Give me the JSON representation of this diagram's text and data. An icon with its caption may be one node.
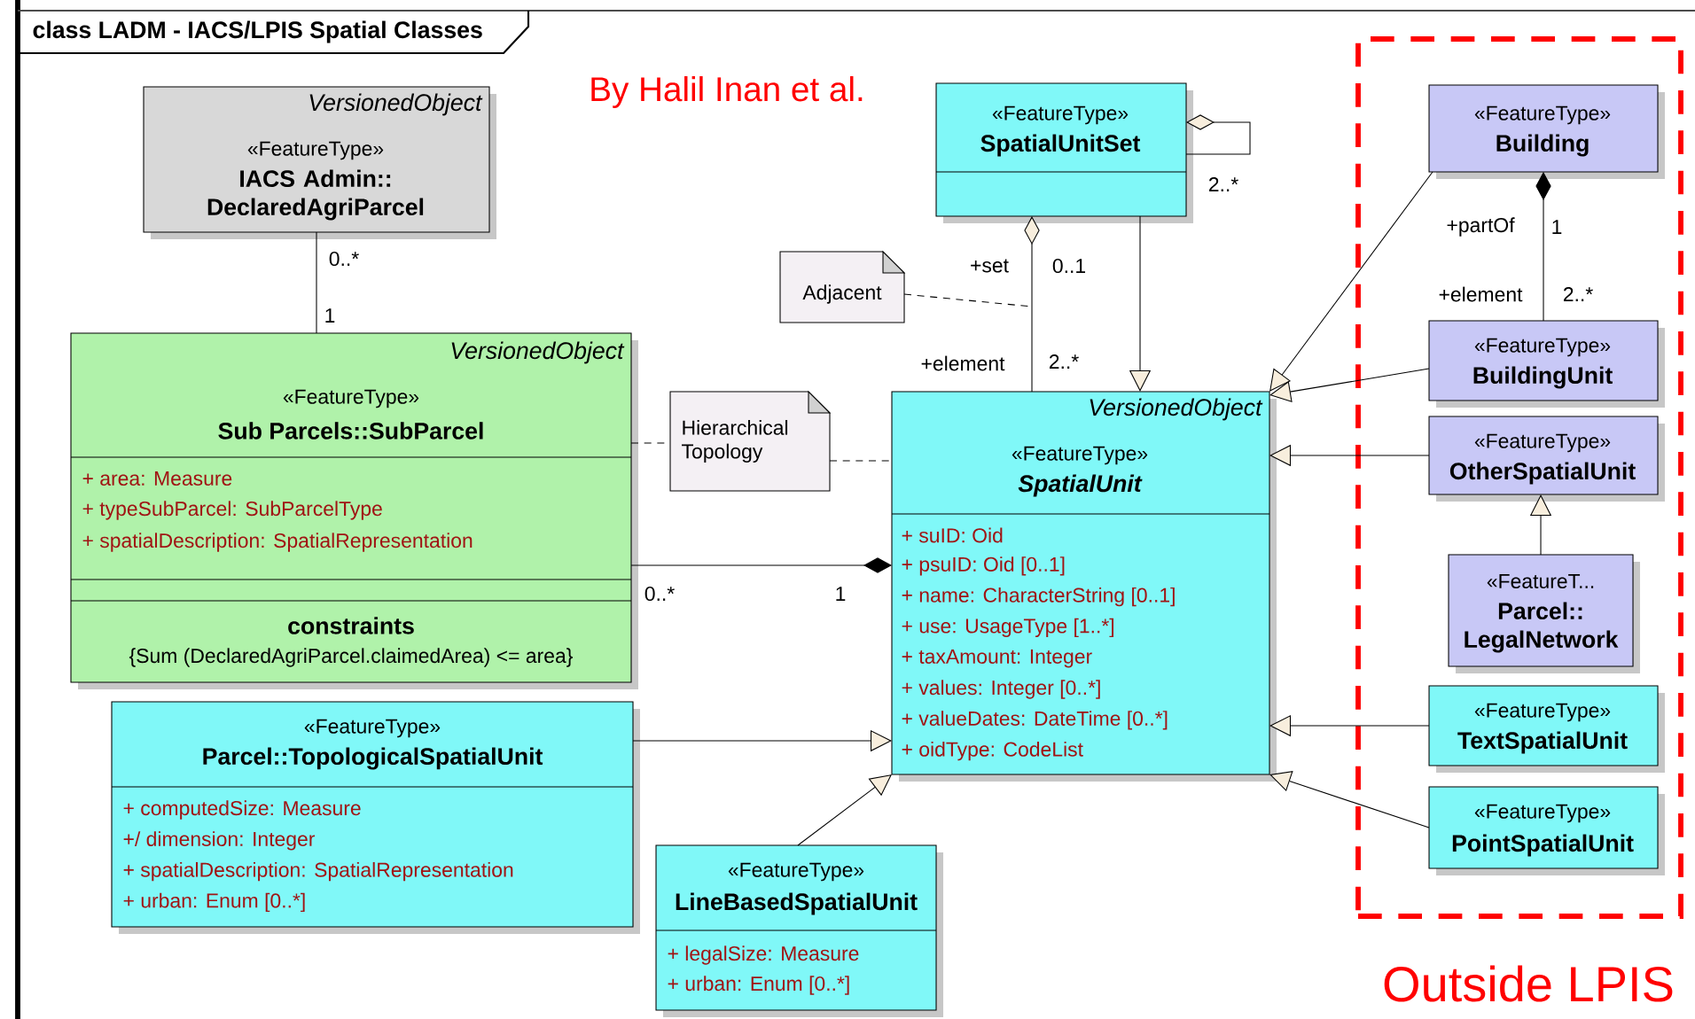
{
  "diagram": {
    "title": "class LADM - IACS/LPIS Spatial Classes",
    "nodes": [
      {
        "text": [
          "VersionedObject",
          "«FeatureType»",
          "IACS Admin:: DeclaredAgriParcel"
        ]
      },
      {
        "text": [
          "VersionedObject",
          "«FeatureType»",
          "Sub Parcels::SubParcel",
          "+ area: Measure",
          "+ typeSubParcel: SubParcelType",
          "+ spatialDescription: SpatialRepresentation",
          "constraints",
          "{Sum (DeclaredAgriParcel.claimedArea) <= area}"
        ]
      },
      {
        "text": [
          "«FeatureType»",
          "SpatialUnitSet"
        ]
      },
      {
        "text": [
          "Adjacent"
        ]
      },
      {
        "text": [
          "Hierarchical Topology"
        ]
      },
      {
        "text": [
          "VersionedObject",
          "«FeatureType»",
          "SpatialUnit",
          "+ suID: Oid",
          "+ psuID: Oid [0..1]",
          "+ name: CharacterString [0..1]",
          "+ use: UsageType [1..*]",
          "+ taxAmount: Integer",
          "+ values: Integer [0..*]",
          "+ valueDates: DateTime [0..*]",
          "+ oidType: CodeList"
        ]
      },
      {
        "text": [
          "«FeatureType»",
          "Parcel::TopologicalSpatialUnit",
          "+ computedSize: Measure",
          "+/ dimension: Integer",
          "+ spatialDescription: SpatialRepresentation",
          "+ urban: Enum [0..*]"
        ]
      },
      {
        "text": [
          "«FeatureType»",
          "LineBasedSpatialUnit",
          "+ legalSize: Measure",
          "+ urban: Enum [0..*]"
        ]
      },
      {
        "text": [
          "Outside LPIS"
        ]
      },
      {
        "text": [
          "«FeatureType»",
          "Building"
        ],
        "in": 8
      },
      {
        "text": [
          "«FeatureType»",
          "BuildingUnit"
        ],
        "in": 8
      },
      {
        "text": [
          "«FeatureType»",
          "OtherSpatialUnit"
        ],
        "in": 8
      },
      {
        "text": [
          "«FeatureT...",
          "Parcel:: LegalNetwork"
        ],
        "in": 8
      },
      {
        "text": [
          "«FeatureType»",
          "TextSpatialUnit"
        ],
        "in": 8
      },
      {
        "text": [
          "«FeatureType»",
          "PointSpatialUnit"
        ],
        "in": 8
      }
    ],
    "edges": [
      {
        "from": 0,
        "to": 1,
        "arrow": "none"
      },
      {
        "from": 1,
        "to": 5,
        "arrow": "other"
      },
      {
        "from": 1,
        "to": 4,
        "arrow": "none",
        "style": "dashed"
      },
      {
        "from": 4,
        "to": 5,
        "arrow": "none",
        "style": "dashed"
      },
      {
        "from": 2,
        "to": 2,
        "arrow": "other"
      },
      {
        "from": 5,
        "to": 2,
        "arrow": "other"
      },
      {
        "from": 3,
        "to": null,
        "arrow": "none",
        "style": "dashed"
      },
      {
        "from": 2,
        "to": 5,
        "arrow": "to"
      },
      {
        "from": 9,
        "to": 5,
        "arrow": "to"
      },
      {
        "from": 10,
        "to": 5,
        "arrow": "to"
      },
      {
        "from": 10,
        "to": 9,
        "arrow": "other"
      },
      {
        "from": 11,
        "to": 5,
        "arrow": "to"
      },
      {
        "from": 12,
        "to": 11,
        "arrow": "to"
      },
      {
        "from": 13,
        "to": 5,
        "arrow": "to"
      },
      {
        "from": 14,
        "to": 5,
        "arrow": "to"
      },
      {
        "from": 6,
        "to": 5,
        "arrow": "to"
      },
      {
        "from": 7,
        "to": 5,
        "arrow": "to"
      }
    ],
    "labels": [
      "By Halil Inan et al.",
      "0..*",
      "1",
      "0..*",
      "1",
      "2..*",
      "+set",
      "0..1",
      "+element",
      "2..*",
      "+partOf",
      "1",
      "+element",
      "2..*"
    ]
  }
}
